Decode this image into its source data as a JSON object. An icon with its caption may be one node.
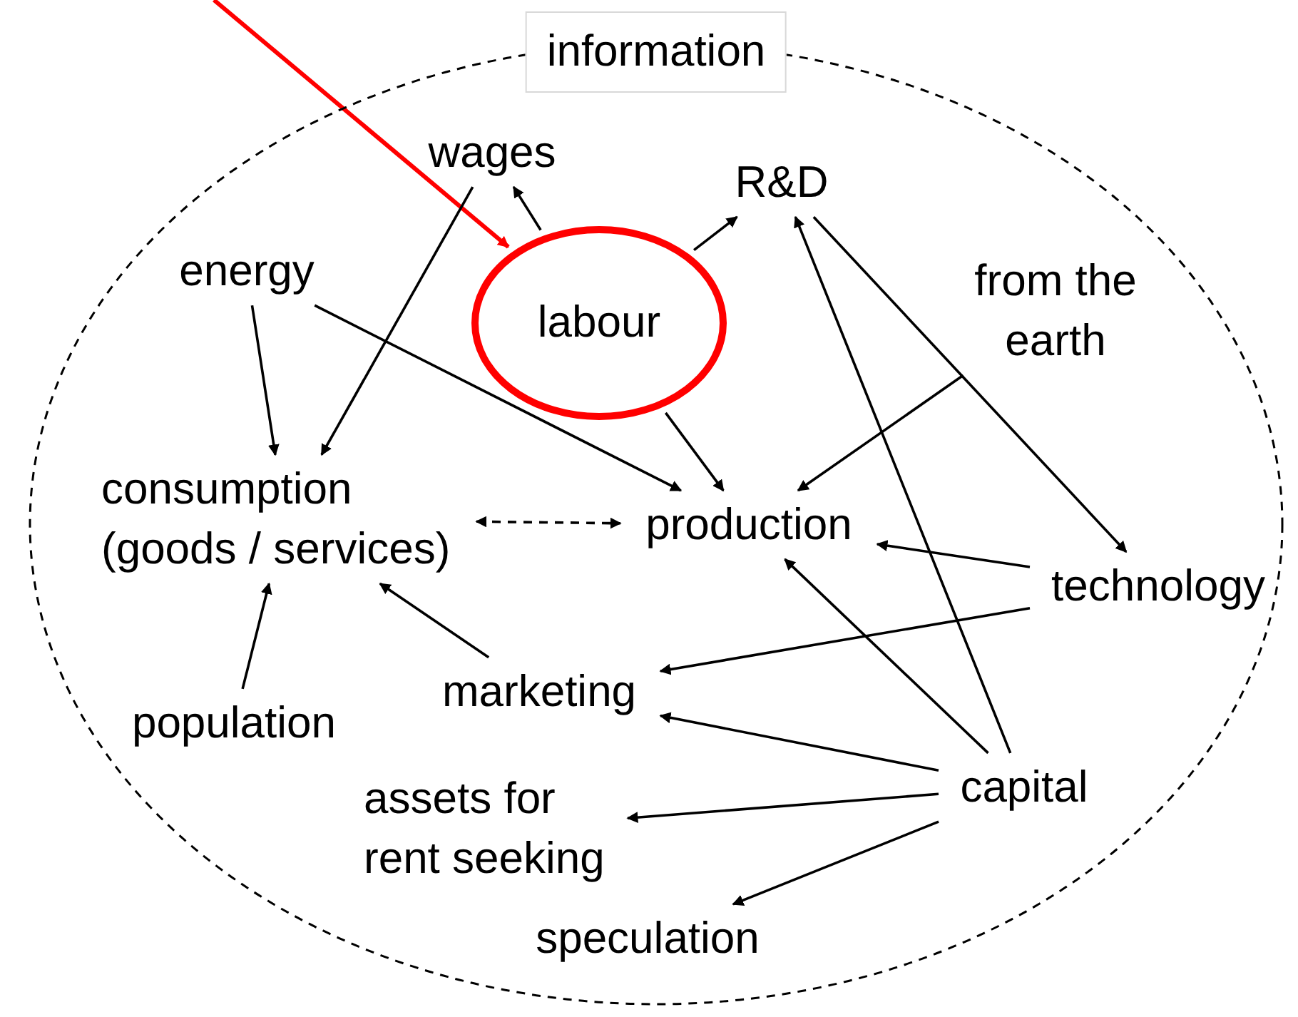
{
  "diagram": {
    "nodes": [
      {
        "text": [
          "information"
        ]
      },
      {
        "text": [
          "wages"
        ],
        "in": 0
      },
      {
        "text": [
          "R&D"
        ],
        "in": 0
      },
      {
        "text": [
          "energy"
        ],
        "in": 0
      },
      {
        "text": [
          "labour"
        ],
        "in": 0
      },
      {
        "text": [
          "from the earth"
        ],
        "in": 0
      },
      {
        "text": [
          "consumption (goods / services)"
        ],
        "in": 0
      },
      {
        "text": [
          "production"
        ],
        "in": 0
      },
      {
        "text": [
          "technology"
        ],
        "in": 0
      },
      {
        "text": [
          "marketing"
        ],
        "in": 0
      },
      {
        "text": [
          "population"
        ],
        "in": 0
      },
      {
        "text": [
          "assets for rent seeking"
        ],
        "in": 0
      },
      {
        "text": [
          "capital"
        ],
        "in": 0
      },
      {
        "text": [
          "speculation"
        ],
        "in": 0
      }
    ],
    "edges": [
      {
        "from": null,
        "to": 4,
        "arrow": "to",
        "color": "#ff0000"
      },
      {
        "from": 4,
        "to": 1,
        "arrow": "to"
      },
      {
        "from": 4,
        "to": 2,
        "arrow": "to"
      },
      {
        "from": 1,
        "to": 6,
        "arrow": "to"
      },
      {
        "from": 3,
        "to": 6,
        "arrow": "to"
      },
      {
        "from": 3,
        "to": 7,
        "arrow": "to"
      },
      {
        "from": 4,
        "to": 7,
        "arrow": "to"
      },
      {
        "from": 5,
        "to": 7,
        "arrow": "to"
      },
      {
        "from": 12,
        "to": 2,
        "arrow": "to"
      },
      {
        "from": 2,
        "to": 8,
        "arrow": "to"
      },
      {
        "from": 6,
        "to": 7,
        "arrow": "both",
        "style": "dashed"
      },
      {
        "from": 8,
        "to": 7,
        "arrow": "to"
      },
      {
        "from": 8,
        "to": 9,
        "arrow": "to"
      },
      {
        "from": 10,
        "to": 6,
        "arrow": "to"
      },
      {
        "from": 9,
        "to": 6,
        "arrow": "to"
      },
      {
        "from": 12,
        "to": 7,
        "arrow": "to"
      },
      {
        "from": 12,
        "to": 9,
        "arrow": "to"
      },
      {
        "from": 12,
        "to": 11,
        "arrow": "to"
      },
      {
        "from": 12,
        "to": 13,
        "arrow": "to"
      }
    ]
  }
}
